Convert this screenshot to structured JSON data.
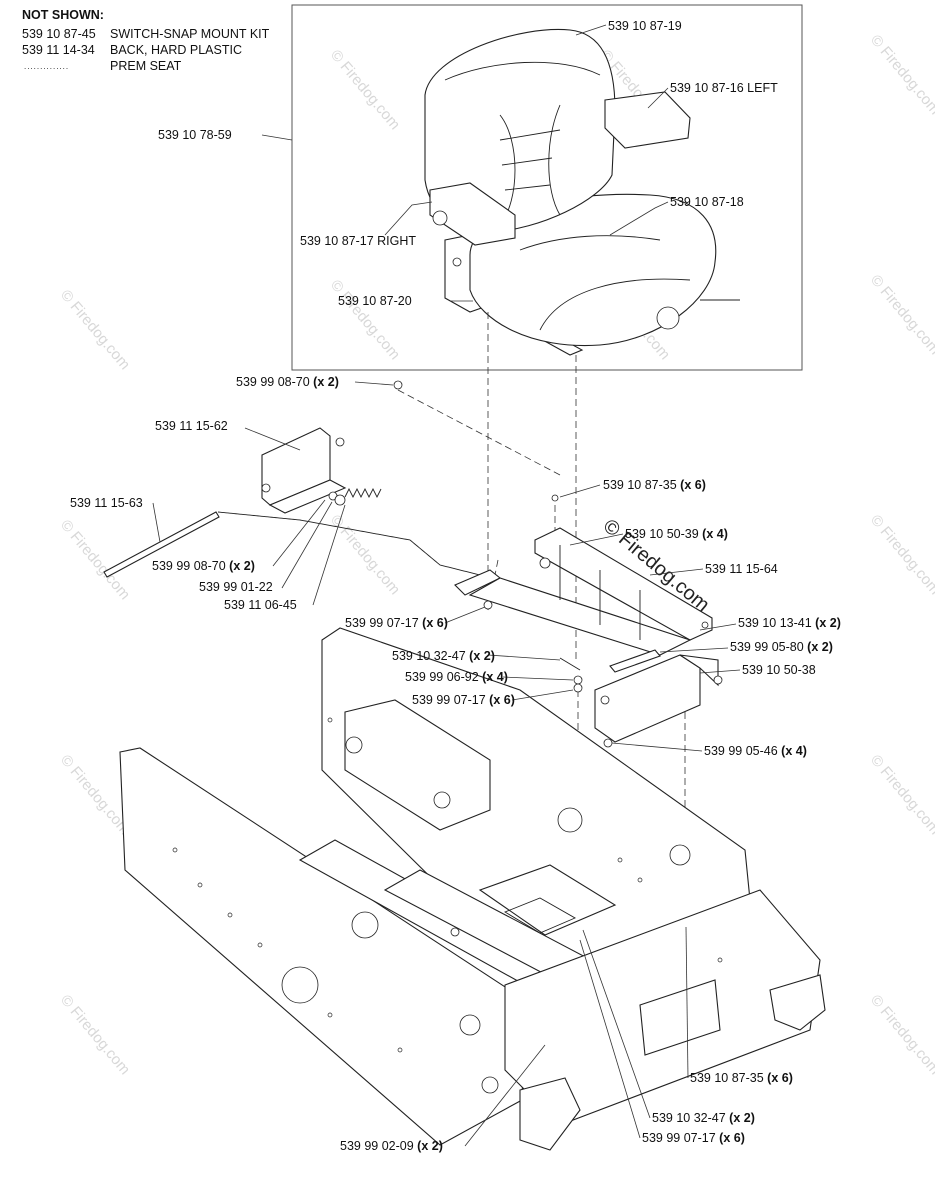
{
  "not_shown": {
    "heading": "NOT SHOWN:",
    "items": [
      {
        "part": "539 10 87-45",
        "desc": "SWITCH-SNAP MOUNT KIT"
      },
      {
        "part": "539 11 14-34",
        "desc": "BACK, HARD PLASTIC"
      },
      {
        "part": "..............",
        "desc": "PREM SEAT"
      }
    ]
  },
  "callouts": [
    {
      "part": "539 10 87-19",
      "qty": ""
    },
    {
      "part": "539 10 87-16 LEFT",
      "qty": ""
    },
    {
      "part": "539 10 78-59",
      "qty": ""
    },
    {
      "part": "539 10 87-18",
      "qty": ""
    },
    {
      "part": "539 10 87-17 RIGHT",
      "qty": ""
    },
    {
      "part": "539 10 87-20",
      "qty": ""
    },
    {
      "part": "539 99 08-70",
      "qty": "(x 2)"
    },
    {
      "part": "539 11 15-62",
      "qty": ""
    },
    {
      "part": "539 10 87-35",
      "qty": "(x 6)"
    },
    {
      "part": "539 10 50-39",
      "qty": "(x 4)"
    },
    {
      "part": "539 11 15-63",
      "qty": ""
    },
    {
      "part": "539 11 15-64",
      "qty": ""
    },
    {
      "part": "539 99 08-70",
      "qty": "(x 2)"
    },
    {
      "part": "539 99 01-22",
      "qty": ""
    },
    {
      "part": "539 11 06-45",
      "qty": ""
    },
    {
      "part": "539 99 07-17",
      "qty": "(x 6)"
    },
    {
      "part": "539 10 13-41",
      "qty": "(x 2)"
    },
    {
      "part": "539 99 05-80",
      "qty": "(x 2)"
    },
    {
      "part": "539 10 32-47",
      "qty": "(x 2)"
    },
    {
      "part": "539 10 50-38",
      "qty": ""
    },
    {
      "part": "539 99 06-92",
      "qty": "(x 4)"
    },
    {
      "part": "539 99 07-17",
      "qty": "(x 6)"
    },
    {
      "part": "539 99 05-46",
      "qty": "(x 4)"
    },
    {
      "part": "539 10 87-35",
      "qty": "(x 6)"
    },
    {
      "part": "539 10 32-47",
      "qty": "(x 2)"
    },
    {
      "part": "539 99 02-09",
      "qty": "(x 2)"
    },
    {
      "part": "539 99 07-17",
      "qty": "(x 6)"
    }
  ],
  "watermark": {
    "text": "© Firedog.com"
  }
}
